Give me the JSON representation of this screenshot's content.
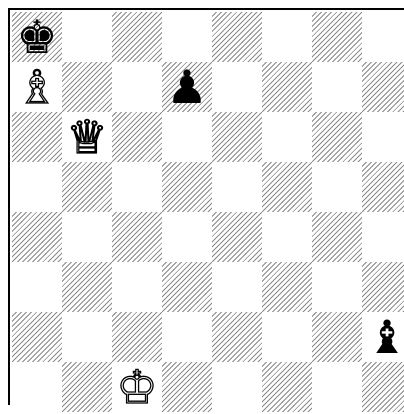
{
  "board": {
    "pieces": [
      {
        "square": "a8",
        "color": "black",
        "type": "king",
        "glyph": "♚",
        "name": "black-king"
      },
      {
        "square": "a7",
        "color": "white",
        "type": "bishop",
        "glyph": "♗",
        "name": "white-bishop"
      },
      {
        "square": "d7",
        "color": "black",
        "type": "pawn",
        "glyph": "♟",
        "name": "black-pawn"
      },
      {
        "square": "b6",
        "color": "white",
        "type": "queen",
        "glyph": "♕",
        "name": "white-queen"
      },
      {
        "square": "h2",
        "color": "black",
        "type": "bishop",
        "glyph": "♝",
        "name": "black-bishop"
      },
      {
        "square": "c1",
        "color": "white",
        "type": "king",
        "glyph": "♔",
        "name": "white-king"
      }
    ],
    "colors": {
      "light_square": "#ffffff",
      "dark_square_hatch": "#8a8a8a",
      "border": "#000000"
    }
  }
}
